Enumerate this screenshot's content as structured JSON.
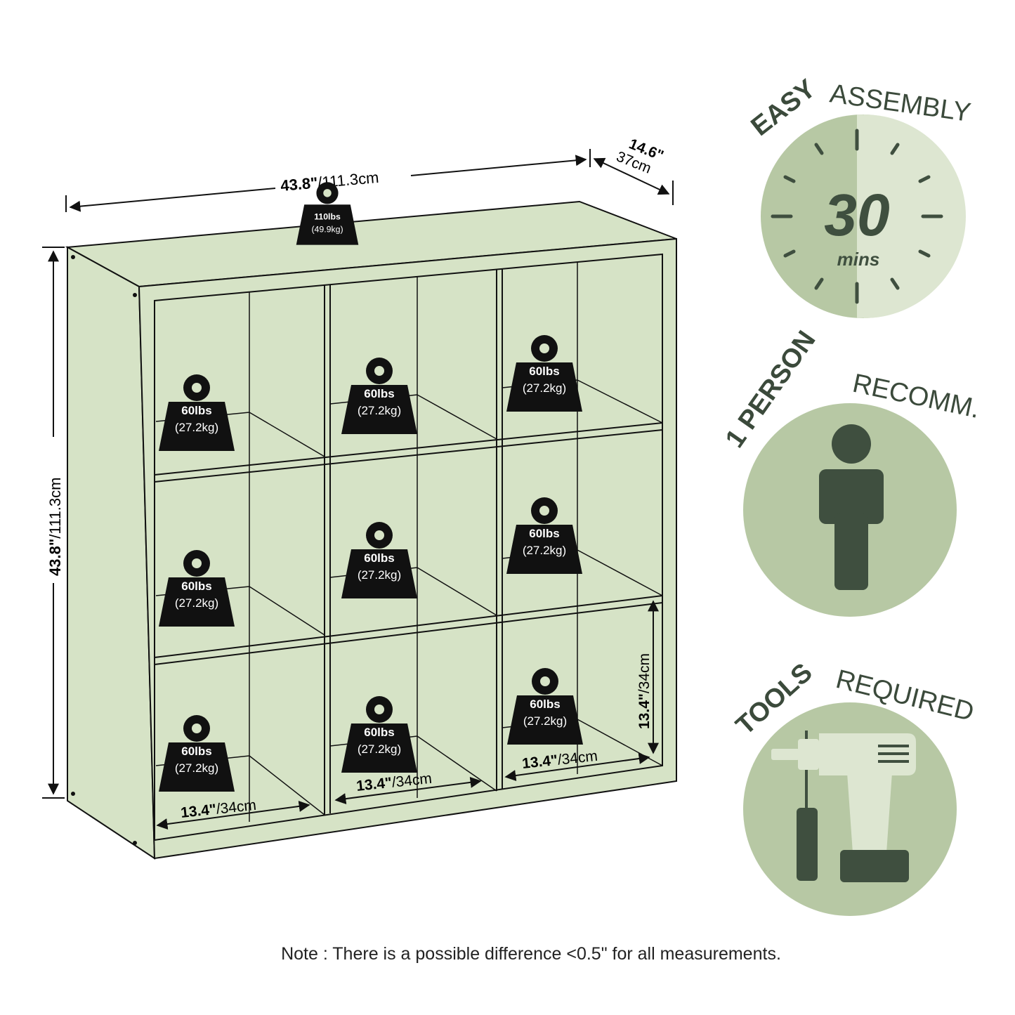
{
  "dimensions": {
    "width_bold": "43.8\"",
    "width_metric": "/111.3cm",
    "height_bold": "43.8\"",
    "height_metric": "/111.3cm",
    "depth_bold": "14.6\"",
    "depth_metric": "37cm",
    "cube_width_bold": "13.4\"",
    "cube_width_metric": "/34cm",
    "cube_height_bold": "13.4\"",
    "cube_height_metric": "/34cm"
  },
  "weight_capacity": {
    "top_lbs": "110lbs",
    "top_kg": "(49.9kg)",
    "cube_lbs": "60lbs",
    "cube_kg": "(27.2kg)"
  },
  "features": {
    "assembly_bold": "EASY",
    "assembly_light": "ASSEMBLY",
    "assembly_time": "30",
    "assembly_unit": "mins",
    "person_bold": "1 PERSON",
    "person_light": "RECOMM.",
    "tools_bold": "TOOLS",
    "tools_light": "REQUIRED"
  },
  "note": "Note : There is a possible difference <0.5\" for all measurements.",
  "colors": {
    "shelf": "#d6e3c6",
    "badge_dark": "#b7c8a4",
    "badge_light": "#dde6d1",
    "icon_dark": "#3f4f3f",
    "text_dark": "#3b4a3b"
  }
}
